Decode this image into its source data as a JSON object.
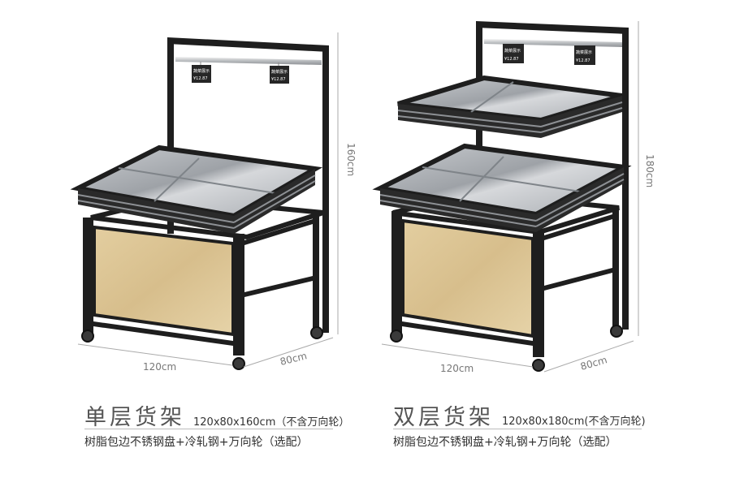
{
  "product_single": {
    "height_label": "160cm",
    "width_label": "120cm",
    "depth_label": "80cm",
    "tag_left_text": "蔬菜展示",
    "tag_left_price": "¥12.87",
    "tag_right_text": "蔬菜展示",
    "tag_right_price": "¥12.87",
    "title": "单层货架",
    "spec": "120x80x160cm（不含万向轮）",
    "subtitle": "树脂包边不锈钢盘+冷轧钢+万向轮（选配）"
  },
  "product_double": {
    "height_label": "180cm",
    "width_label": "120cm",
    "depth_label": "80cm",
    "tag_left_text": "蔬菜展示",
    "tag_left_price": "¥12.87",
    "tag_right_text": "蔬菜展示",
    "tag_right_price": "¥12.87",
    "title": "双层货架",
    "spec": "120x80x180cm(不含万向轮)",
    "subtitle": "树脂包边不锈钢盘+冷轧钢+万向轮（选配）"
  },
  "colors": {
    "frame": "#1e1e1e",
    "wood": "#dcc493",
    "steel": "#b8bcc0",
    "rail": "#c7c9cc"
  }
}
